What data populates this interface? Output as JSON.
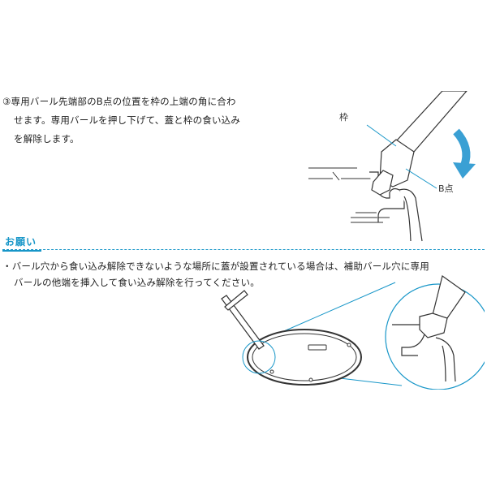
{
  "step": {
    "line1": "③専用バール先端部のB点の位置を枠の上端の角に合わ",
    "line2": "せます。専用バールを押し下げて、蓋と枠の食い込み",
    "line3": "を解除します。"
  },
  "figure_top": {
    "label_frame": "枠",
    "label_b": "B点"
  },
  "note": {
    "heading": "お願い",
    "line1": "・バール穴から食い込み解除できないような場所に蓋が設置されている場合は、補助バール穴に専用",
    "line2": "バールの他端を挿入して食い込み解除を行ってください。"
  },
  "colors": {
    "accent": "#1796c8",
    "arrow": "#3aa0d4",
    "line": "#333333"
  }
}
